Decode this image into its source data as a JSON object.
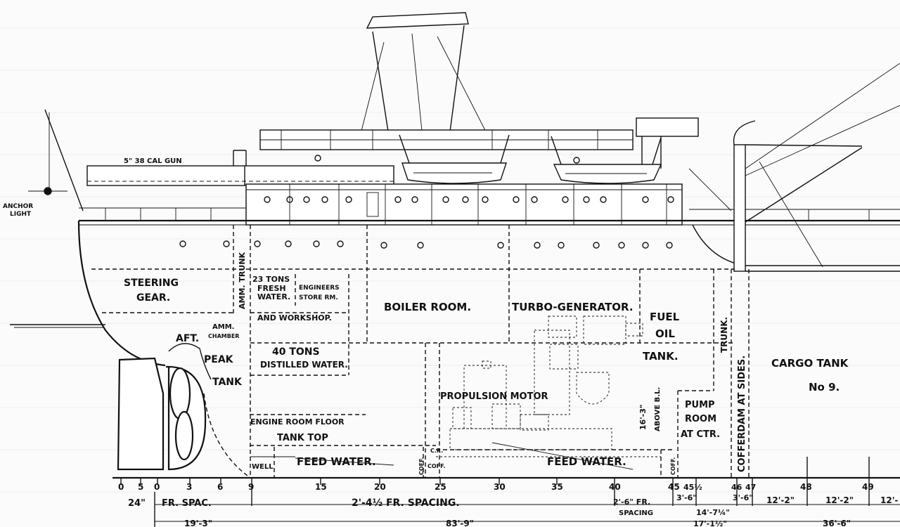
{
  "labels": {
    "gun": "5\" 38 CAL GUN",
    "anchor_light_1": "ANCHOR",
    "anchor_light_2": "LIGHT",
    "steering_1": "STEERING",
    "steering_2": "GEAR.",
    "amm_trunk": "AMM. TRUNK",
    "fresh_water_1": "23 TONS",
    "fresh_water_2": "FRESH",
    "fresh_water_3": "WATER.",
    "eng_store_1": "ENGINEERS",
    "eng_store_2": "STORE RM.",
    "workshop": "AND WORKSHOP.",
    "distilled_1": "40 TONS",
    "distilled_2": "DISTILLED WATER.",
    "amm_chamber_1": "AMM.",
    "amm_chamber_2": "CHAMBER",
    "aft_peak_1": "AFT.",
    "aft_peak_2": "PEAK",
    "aft_peak_3": "TANK",
    "boiler": "BOILER ROOM.",
    "turbo": "TURBO-GENERATOR.",
    "fuel_1": "FUEL",
    "fuel_2": "OIL",
    "fuel_3": "TANK.",
    "trunk": "TRUNK.",
    "cofferdam": "COFFERDAM AT SIDES.",
    "cargo_1": "CARGO TANK",
    "cargo_2": "No 9.",
    "propulsion": "PROPULSION MOTOR",
    "pump_1": "PUMP",
    "pump_2": "ROOM",
    "pump_3": "AT CTR.",
    "above_bl_1": "16'-3\"",
    "above_bl_2": "ABOVE B.L.",
    "er_floor": "ENGINE ROOM FLOOR",
    "tank_top": "TANK TOP",
    "well": "WELL",
    "feed_water_1": "FEED WATER.",
    "feed_water_2": "FEED WATER.",
    "coff_1": "COFF.",
    "coff_2": "COFF.",
    "coff_3": "COFF.",
    "cr": "C.R."
  },
  "frames": [
    "0",
    "5",
    "0",
    "3",
    "6",
    "9",
    "15",
    "20",
    "25",
    "30",
    "35",
    "40",
    "45",
    "45½",
    "46",
    "47",
    "48",
    "49"
  ],
  "spacing": {
    "s1": "24\"",
    "s2": "FR. SPAC.",
    "s3": "2'-4½ FR. SPACING.",
    "s4": "2'-6\" FR.",
    "s5": "SPACING",
    "s6": "3'-6\"",
    "s7": "3'-6\"",
    "s8": "14'-7¼\"",
    "s9": "12'-2\"",
    "s10": "12'-2\"",
    "s11": "12'-",
    "s12": "19'-3\"",
    "s13": "83'-9\"",
    "s14": "17'-1½\"",
    "s15": "36'-6\""
  }
}
